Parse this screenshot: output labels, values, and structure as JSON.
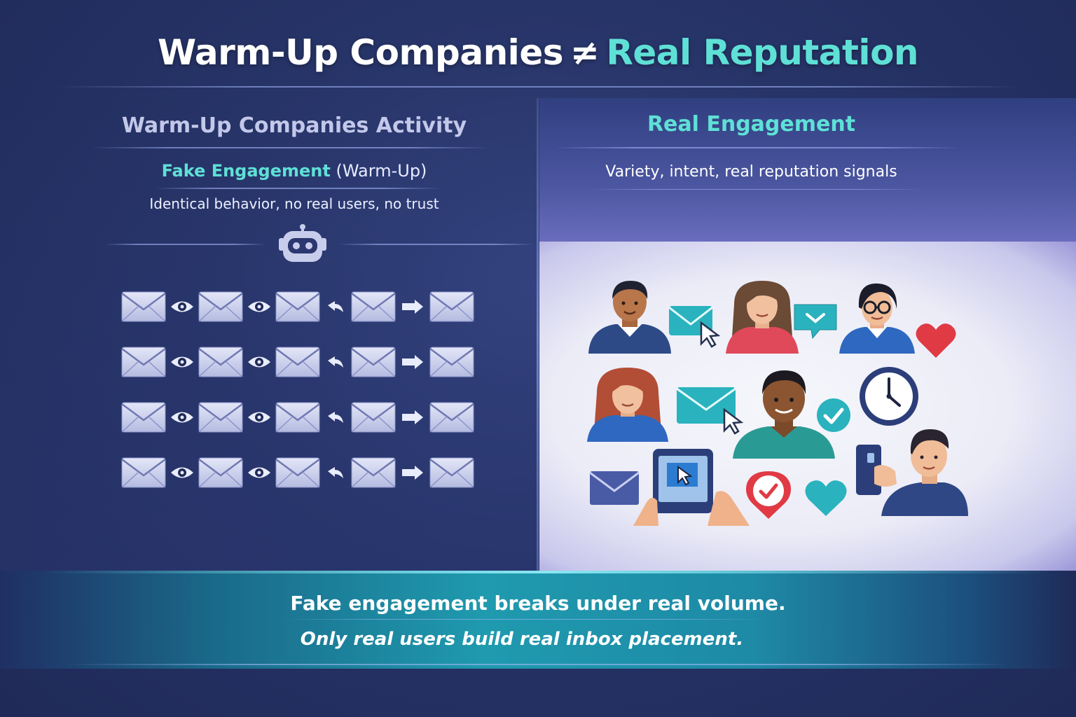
{
  "title": {
    "left": "Warm-Up Companies",
    "neq": "≠",
    "right": "Real Reputation"
  },
  "left_column": {
    "heading": "Warm-Up Companies Activity",
    "subtitle_teal": "Fake Engagement",
    "subtitle_rest": "(Warm-Up)",
    "description": "Identical behavior, no real users, no trust",
    "icon": "robot-icon",
    "pattern_rows": 4,
    "pattern": [
      "envelope-icon",
      "eye-icon",
      "envelope-icon",
      "eye-icon",
      "envelope-icon",
      "reply-arrow-icon",
      "envelope-icon",
      "forward-arrow-icon",
      "envelope-icon"
    ]
  },
  "right_column": {
    "heading": "Real Engagement",
    "description": "Variety, intent, real reputation signals",
    "icons": [
      "person-icon",
      "envelope-click-icon",
      "person-icon",
      "chat-check-icon",
      "person-glasses-icon",
      "heart-icon",
      "person-icon",
      "envelope-click-icon",
      "person-icon",
      "check-circle-icon",
      "clock-icon",
      "envelope-icon",
      "tablet-hands-icon",
      "check-badge-icon",
      "heart-icon",
      "person-phone-icon"
    ]
  },
  "banner": {
    "line1": "Fake engagement breaks under real volume.",
    "line2": "Only real users build real inbox placement."
  },
  "colors": {
    "accent_teal": "#5fe0d6",
    "background": "#273468",
    "banner": "#1f9aae"
  }
}
